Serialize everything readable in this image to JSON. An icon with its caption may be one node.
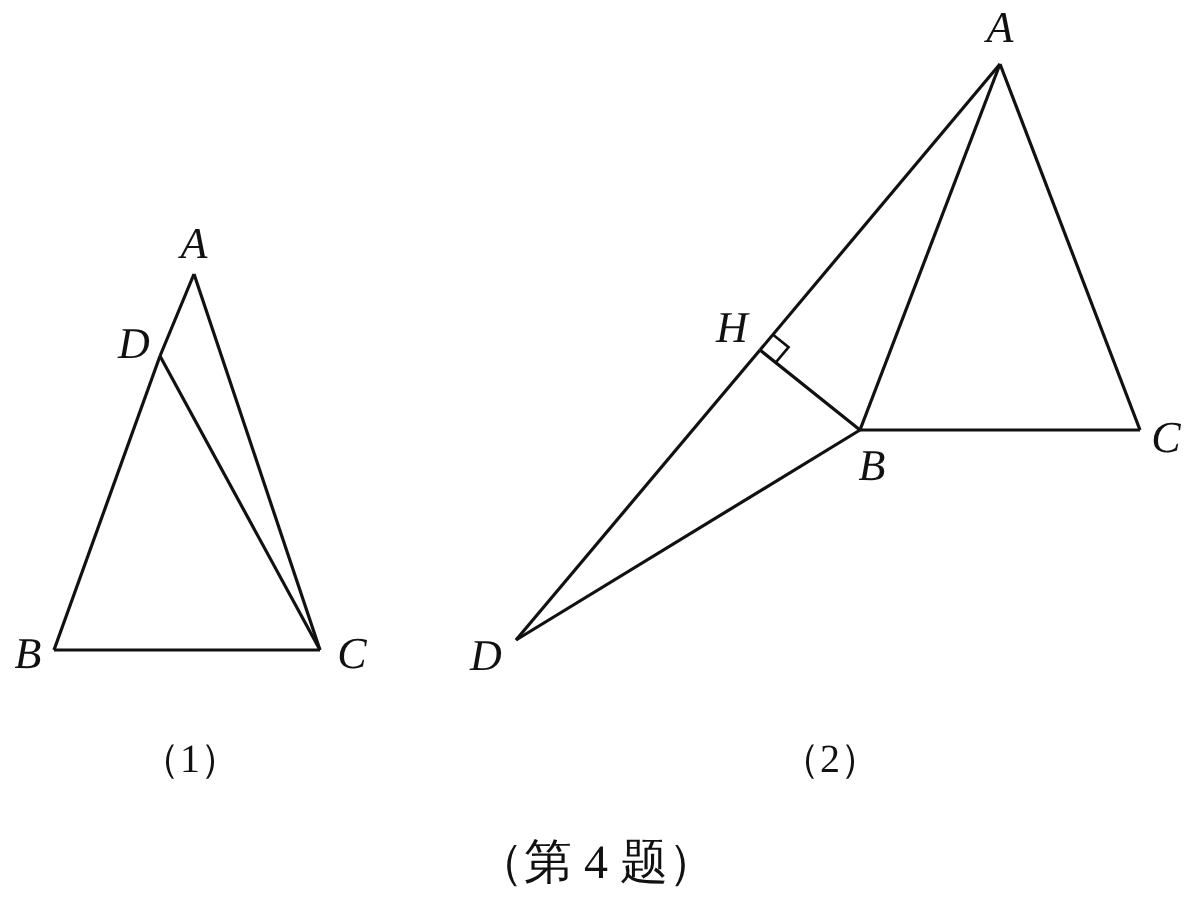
{
  "diagram": {
    "caption": "（第 4 题）",
    "nodes": [
      {
        "text": [
          "A"
        ]
      },
      {
        "text": [
          "D"
        ]
      },
      {
        "text": [
          "B"
        ]
      },
      {
        "text": [
          "C"
        ]
      },
      {
        "text": [
          "A"
        ]
      },
      {
        "text": [
          "H"
        ]
      },
      {
        "text": [
          "B"
        ]
      },
      {
        "text": [
          "C"
        ]
      },
      {
        "text": [
          "D"
        ]
      }
    ],
    "edges": [
      {
        "from": 0,
        "to": 1,
        "arrow": "none"
      },
      {
        "from": 1,
        "to": 2,
        "arrow": "none"
      },
      {
        "from": 2,
        "to": 3,
        "arrow": "none"
      },
      {
        "from": 3,
        "to": 0,
        "arrow": "none"
      },
      {
        "from": 1,
        "to": 3,
        "arrow": "none"
      },
      {
        "from": 4,
        "to": 5,
        "arrow": "none"
      },
      {
        "from": 5,
        "to": 8,
        "arrow": "none"
      },
      {
        "from": 4,
        "to": 6,
        "arrow": "none"
      },
      {
        "from": 4,
        "to": 7,
        "arrow": "none"
      },
      {
        "from": 6,
        "to": 7,
        "arrow": "none"
      },
      {
        "from": 5,
        "to": 6,
        "arrow": "none"
      },
      {
        "from": 6,
        "to": 8,
        "arrow": "none"
      }
    ],
    "labels": [
      "（1）",
      "（2）"
    ]
  }
}
